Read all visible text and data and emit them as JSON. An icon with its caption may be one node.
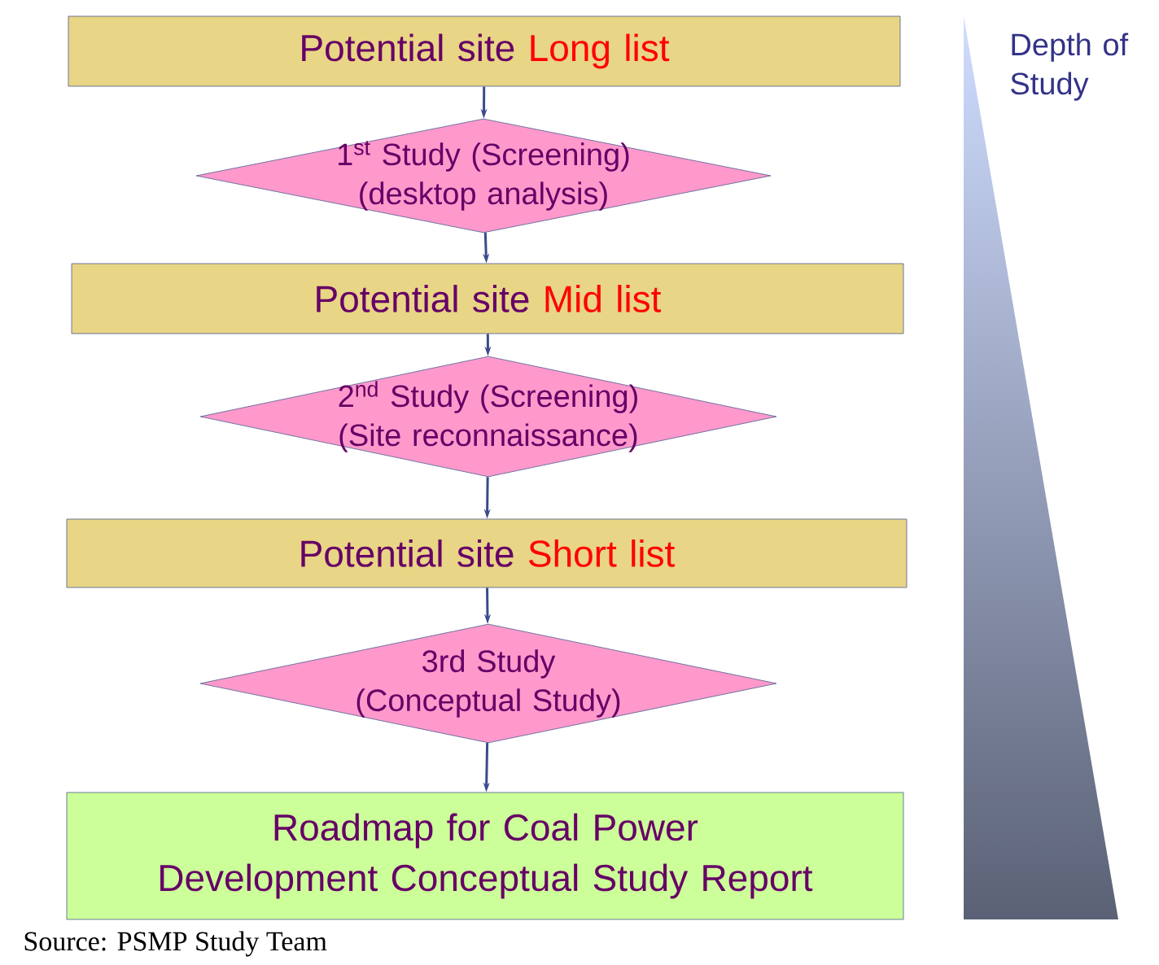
{
  "diagram": {
    "caption": "Source:    PSMP Study Team",
    "nodes": [
      {
        "text": [
          "Potential site",
          "Long list"
        ]
      },
      {
        "text": [
          "1$^{st}$ Study (Screening) (desktop analysis)"
        ]
      },
      {
        "text": [
          "Potential site",
          "Mid list"
        ]
      },
      {
        "text": [
          "2$^{nd}$ Study (Screening) (Site reconnaissance)"
        ]
      },
      {
        "text": [
          "Potential site",
          "Short list"
        ]
      },
      {
        "text": [
          "3rd Study (Conceptual Study)"
        ]
      },
      {
        "text": [
          "Roadmap for Coal Power Development Conceptual Study Report"
        ]
      }
    ],
    "edges": [
      {
        "from": 0,
        "to": 1,
        "arrow": "to"
      },
      {
        "from": 1,
        "to": 2,
        "arrow": "to"
      },
      {
        "from": 2,
        "to": 3,
        "arrow": "to"
      },
      {
        "from": 3,
        "to": 4,
        "arrow": "to"
      },
      {
        "from": 4,
        "to": 5,
        "arrow": "to"
      },
      {
        "from": 5,
        "to": 6,
        "arrow": "to"
      }
    ],
    "labels": [
      "Depth of Study"
    ]
  }
}
